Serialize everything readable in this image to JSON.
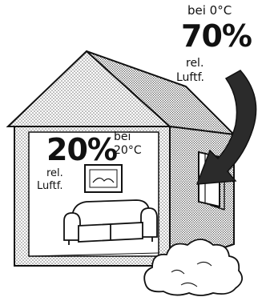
{
  "outdoor": {
    "prefix": "bei 0°C",
    "value": "70%",
    "unit_line1": "rel.",
    "unit_line2": "Luftf."
  },
  "indoor": {
    "value": "20%",
    "prefix_line1": "bei",
    "prefix_line2": "20°C",
    "unit_line1": "rel.",
    "unit_line2": "Luftf."
  },
  "colors": {
    "ink": "#111111",
    "arrow": "#2b2b2b",
    "stipple": "#6a6a6a",
    "background": "#ffffff"
  }
}
